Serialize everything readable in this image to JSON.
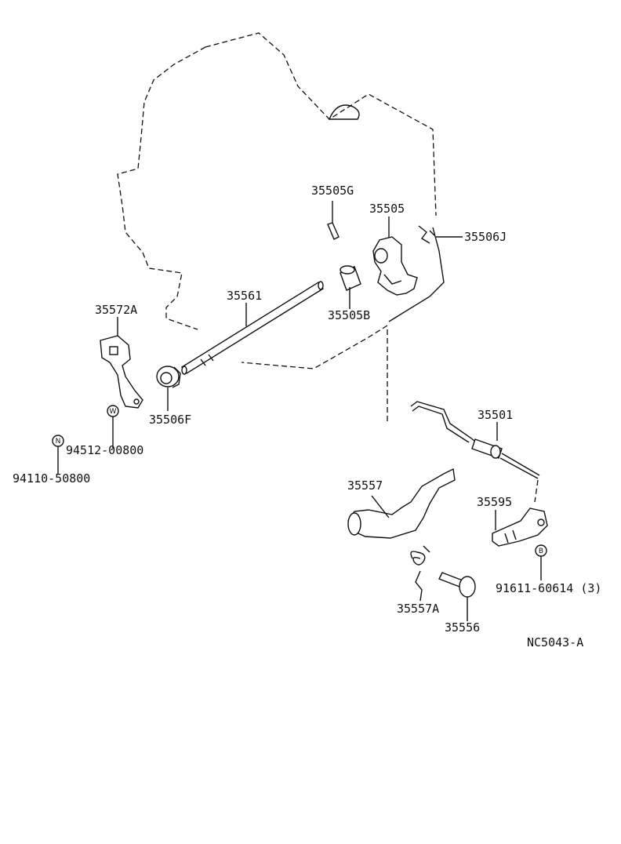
{
  "diagram_code": "NC5043-A",
  "labels": {
    "p35505G": "35505G",
    "p35505": "35505",
    "p35506J": "35506J",
    "p35561": "35561",
    "p35505B": "35505B",
    "p35572A": "35572A",
    "p35506F": "35506F",
    "p94512": "94512-00800",
    "p94110": "94110-50800",
    "p35501": "35501",
    "p35557": "35557",
    "p35595": "35595",
    "p91611": "91611-60614 (3)",
    "p35557A": "35557A",
    "p35556": "35556"
  },
  "badges": {
    "w": "W",
    "n": "N",
    "b": "B"
  },
  "icons": {
    "transmission-case": "dashed-outline",
    "shaft": "long-rod",
    "cable": "control-cable"
  }
}
